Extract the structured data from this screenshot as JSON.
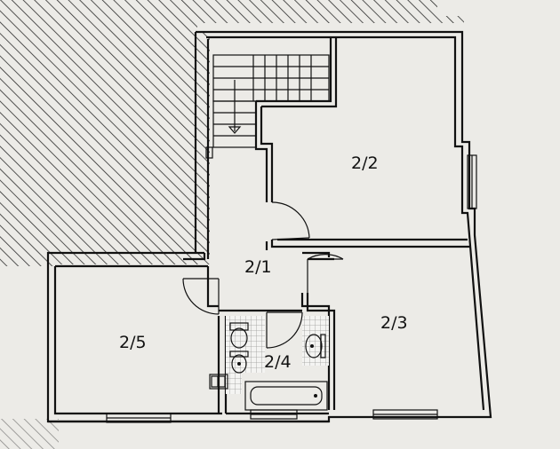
{
  "rooms": {
    "r21": "2/1",
    "r22": "2/2",
    "r23": "2/3",
    "r24": "2/4",
    "r25": "2/5"
  },
  "colors": {
    "paper": "#ecebe7",
    "ink": "#111111",
    "tile": "#9a9a98"
  },
  "icons": [
    "stair-arrow-icon",
    "toilet-icon",
    "bidet-icon",
    "sink-icon",
    "bathtub-icon",
    "door-swing-icon"
  ]
}
